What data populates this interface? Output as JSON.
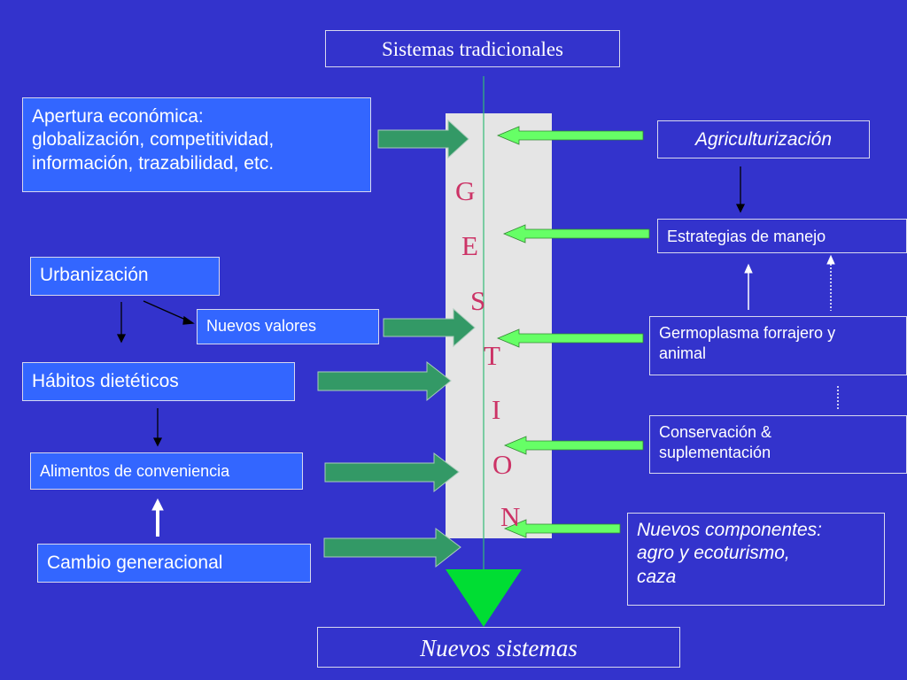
{
  "top_box": "Sistemas tradicionales",
  "bottom_box": "Nuevos sistemas",
  "left": {
    "apertura": [
      "Apertura económica:",
      "globalización, competitividad,",
      "información, trazabilidad, etc."
    ],
    "urbanizacion": "Urbanización",
    "nuevos_valores": "Nuevos valores",
    "habitos": "Hábitos dietéticos",
    "alimentos": "Alimentos de conveniencia",
    "cambio": "Cambio generacional"
  },
  "right": {
    "agriculturizacion": "Agriculturización",
    "estrategias": "Estrategias de manejo",
    "germoplasma": [
      "Germoplasma forrajero y",
      "animal"
    ],
    "conservacion": [
      "Conservación &",
      "suplementación"
    ],
    "nuevos_componentes": [
      "Nuevos componentes:",
      "agro y ecoturismo,",
      "caza"
    ]
  },
  "gestion_letters": [
    "G",
    "E",
    "S",
    "T",
    "I",
    "O",
    "N"
  ],
  "colors": {
    "background": "#3333cc",
    "box_bright": "#3366ff",
    "arrow_dark_green": "#339966",
    "arrow_light_green": "#66ff66",
    "funnel": "#00dd33",
    "letters": "#cc3366"
  }
}
